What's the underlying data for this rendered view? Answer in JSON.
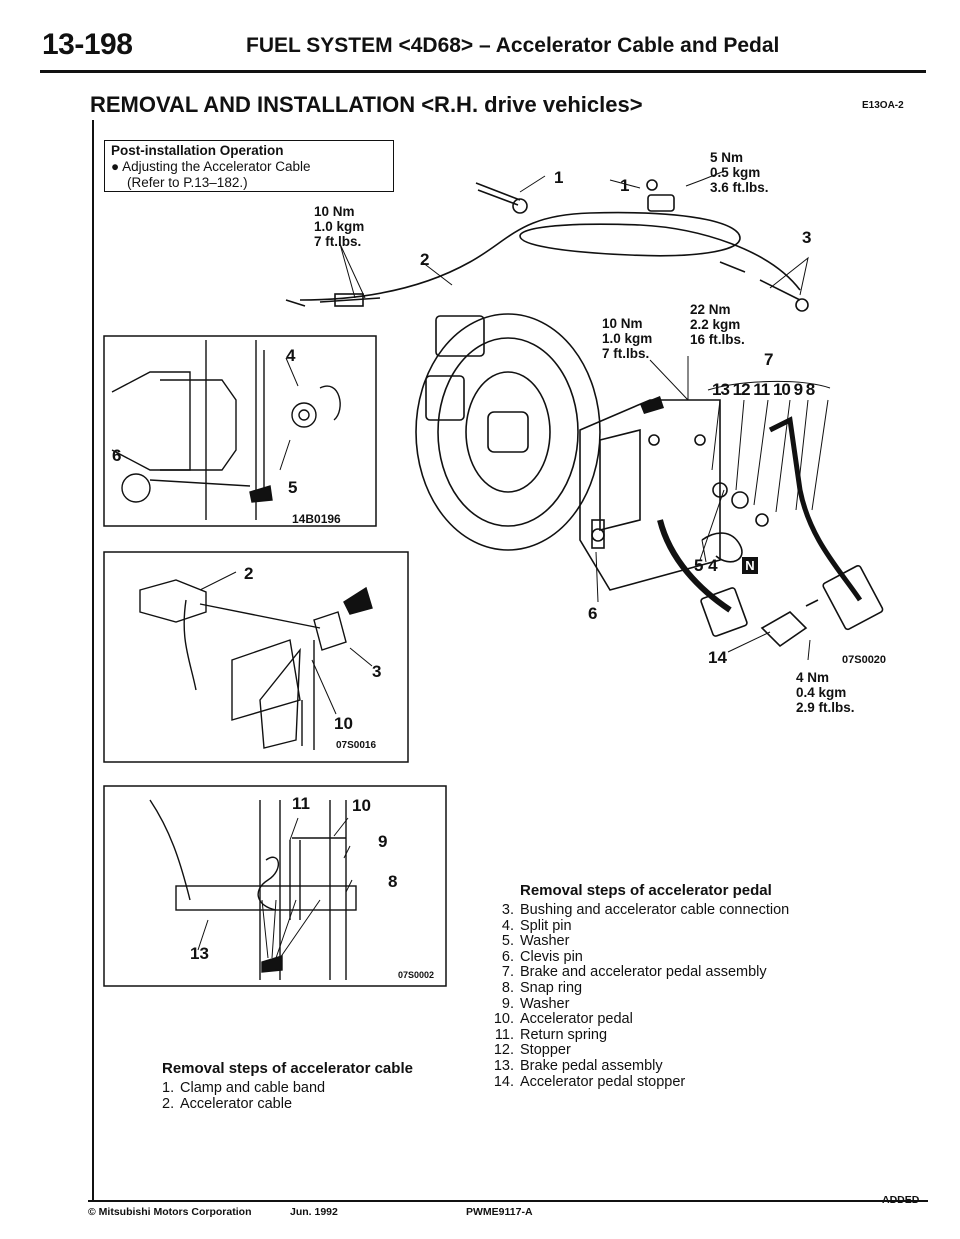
{
  "header": {
    "page_number": "13-198",
    "title": "FUEL SYSTEM <4D68> – Accelerator Cable and Pedal"
  },
  "section": {
    "title": "REMOVAL AND INSTALLATION <R.H. drive vehicles>",
    "code": "E13OA-2"
  },
  "post_installation": {
    "heading": "Post-installation Operation",
    "item": "● Adjusting the Accelerator Cable",
    "ref": "(Refer to P.13–182.)"
  },
  "torques": {
    "t_cable": {
      "nm": "10 Nm",
      "kgm": "1.0 kgm",
      "ftlb": "7 ft.lbs."
    },
    "t_clamp": {
      "nm": "5 Nm",
      "kgm": "0.5 kgm",
      "ftlb": "3.6 ft.lbs."
    },
    "t_pedal1": {
      "nm": "10 Nm",
      "kgm": "1.0 kgm",
      "ftlb": "7 ft.lbs."
    },
    "t_pedal2": {
      "nm": "22 Nm",
      "kgm": "2.2 kgm",
      "ftlb": "16 ft.lbs."
    },
    "t_stopper": {
      "nm": "4 Nm",
      "kgm": "0.4 kgm",
      "ftlb": "2.9 ft.lbs."
    }
  },
  "callouts": {
    "c1a": "1",
    "c1b": "1",
    "c2": "2",
    "c3": "3",
    "c7": "7",
    "c_row": "13 12 11 10 9 8",
    "c5_4": "5  4",
    "c_n": "N",
    "c6": "6",
    "c14": "14",
    "d1_4": "4",
    "d1_6": "6",
    "d1_5": "5",
    "d2_2": "2",
    "d2_3": "3",
    "d2_10": "10",
    "d3_11": "11",
    "d3_10": "10",
    "d3_9": "9",
    "d3_8": "8",
    "d3_13": "13"
  },
  "figure_codes": {
    "main": "07S0020",
    "detail1": "14B0196",
    "detail2": "07S0016",
    "detail3": "07S0002"
  },
  "cable_steps": {
    "title": "Removal steps of accelerator cable",
    "items": [
      {
        "n": "1.",
        "t": "Clamp and cable band"
      },
      {
        "n": "2.",
        "t": "Accelerator cable"
      }
    ]
  },
  "pedal_steps": {
    "title": "Removal steps of accelerator pedal",
    "items": [
      {
        "n": "3.",
        "t": "Bushing and accelerator cable connection"
      },
      {
        "n": "4.",
        "t": "Split pin"
      },
      {
        "n": "5.",
        "t": "Washer"
      },
      {
        "n": "6.",
        "t": "Clevis pin"
      },
      {
        "n": "7.",
        "t": "Brake and accelerator pedal assembly"
      },
      {
        "n": "8.",
        "t": "Snap ring"
      },
      {
        "n": "9.",
        "t": "Washer"
      },
      {
        "n": "10.",
        "t": "Accelerator pedal"
      },
      {
        "n": "11.",
        "t": "Return spring"
      },
      {
        "n": "12.",
        "t": "Stopper"
      },
      {
        "n": "13.",
        "t": "Brake pedal assembly"
      },
      {
        "n": "14.",
        "t": "Accelerator pedal stopper"
      }
    ]
  },
  "footer": {
    "copyright": "© Mitsubishi Motors Corporation",
    "date": "Jun. 1992",
    "doc": "PWME9117-A",
    "status": "ADDED"
  }
}
